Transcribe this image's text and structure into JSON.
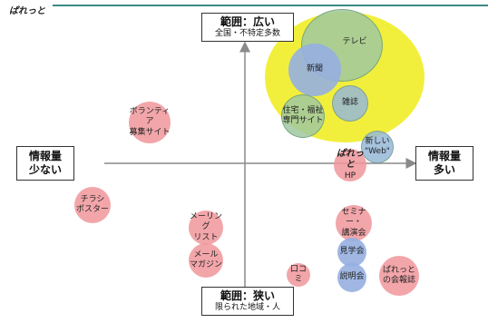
{
  "brand": "ぱれっと",
  "axes": {
    "top": {
      "title": "範囲：広い",
      "sub": "全国・不特定多数"
    },
    "bottom": {
      "title": "範囲：狭い",
      "sub": "限られた地域・人"
    },
    "left": {
      "title": "情報量",
      "sub": "少ない"
    },
    "right": {
      "title": "情報量",
      "sub": "多い"
    }
  },
  "bubbles": {
    "tv": "テレビ",
    "newspaper": "新聞",
    "magazine": "雑誌",
    "housing_sites": "住宅・福祉\n専門サイト",
    "new_media": "新しい\n\"Web\"",
    "paretto_hp": "HP",
    "paretto_label": "ぱれっと",
    "volunteer_site": "ボランティア\n募集サイト",
    "flyer_poster": "チラシ\nポスター",
    "mailing_list": "メーリング\nリスト",
    "mail_magazine": "メール\nマガジン",
    "word_of_mouth": "口コミ",
    "seminar": "セミナー・\n講演会",
    "tour": "見学会",
    "briefing": "説明会",
    "newsletter": "ぱれっと\nの会報誌"
  },
  "colors": {
    "highlight": "#f2ef3c",
    "pink": "#f0969b",
    "blue": "#96afe1",
    "green": "#a0c8a0",
    "axis": "#8a8a8a",
    "topline": "#3a8a84"
  }
}
